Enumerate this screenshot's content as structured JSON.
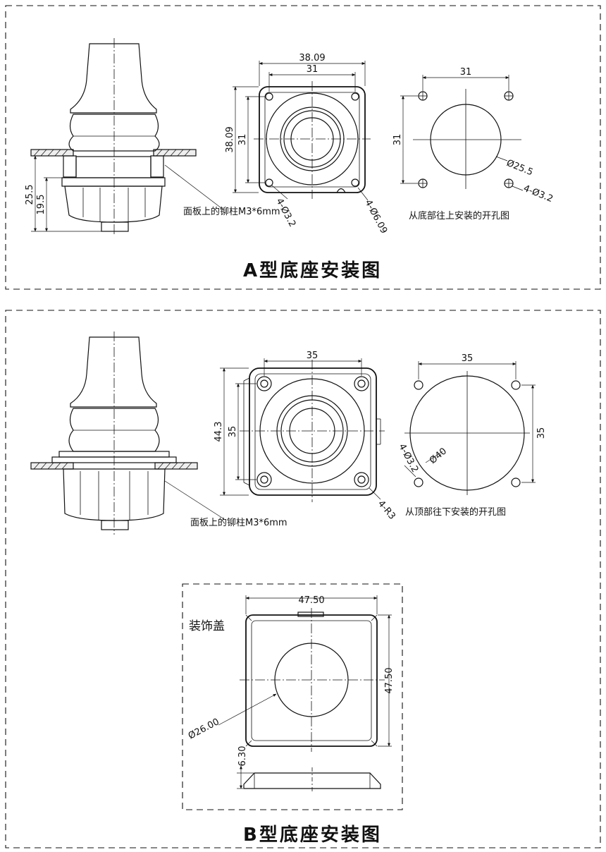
{
  "type_a": {
    "title": "A型底座安装图",
    "panel_note": "面板上的铆柱M3*6mm",
    "dims": {
      "height_total": "25.5",
      "height_body": "19.5",
      "width_outer": "38.09",
      "width_inner": "31",
      "height_outer": "38.09",
      "height_inner": "31",
      "holes_small": "4-Ø3.2",
      "holes_large": "4-Ø6.09"
    },
    "cutout": {
      "caption": "从底部往上安装的开孔图",
      "spacing_h": "31",
      "spacing_v": "31",
      "center_dia": "Ø25.5",
      "holes": "4-Ø3.2"
    }
  },
  "type_b": {
    "title": "B型底座安装图",
    "panel_note": "面板上的铆柱M3*6mm",
    "dims": {
      "width": "35",
      "height_outer": "44.3",
      "height_inner": "35",
      "corner_radius": "4-R3"
    },
    "cutout": {
      "caption": "从顶部往下安装的开孔图",
      "spacing_h": "35",
      "spacing_v": "35",
      "center_dia": "Ø40",
      "holes": "4-Ø3.2"
    },
    "cover": {
      "label": "装饰盖",
      "width": "47.50",
      "height": "47.50",
      "hole_dia": "Ø26.00",
      "thickness": "6.30"
    }
  }
}
